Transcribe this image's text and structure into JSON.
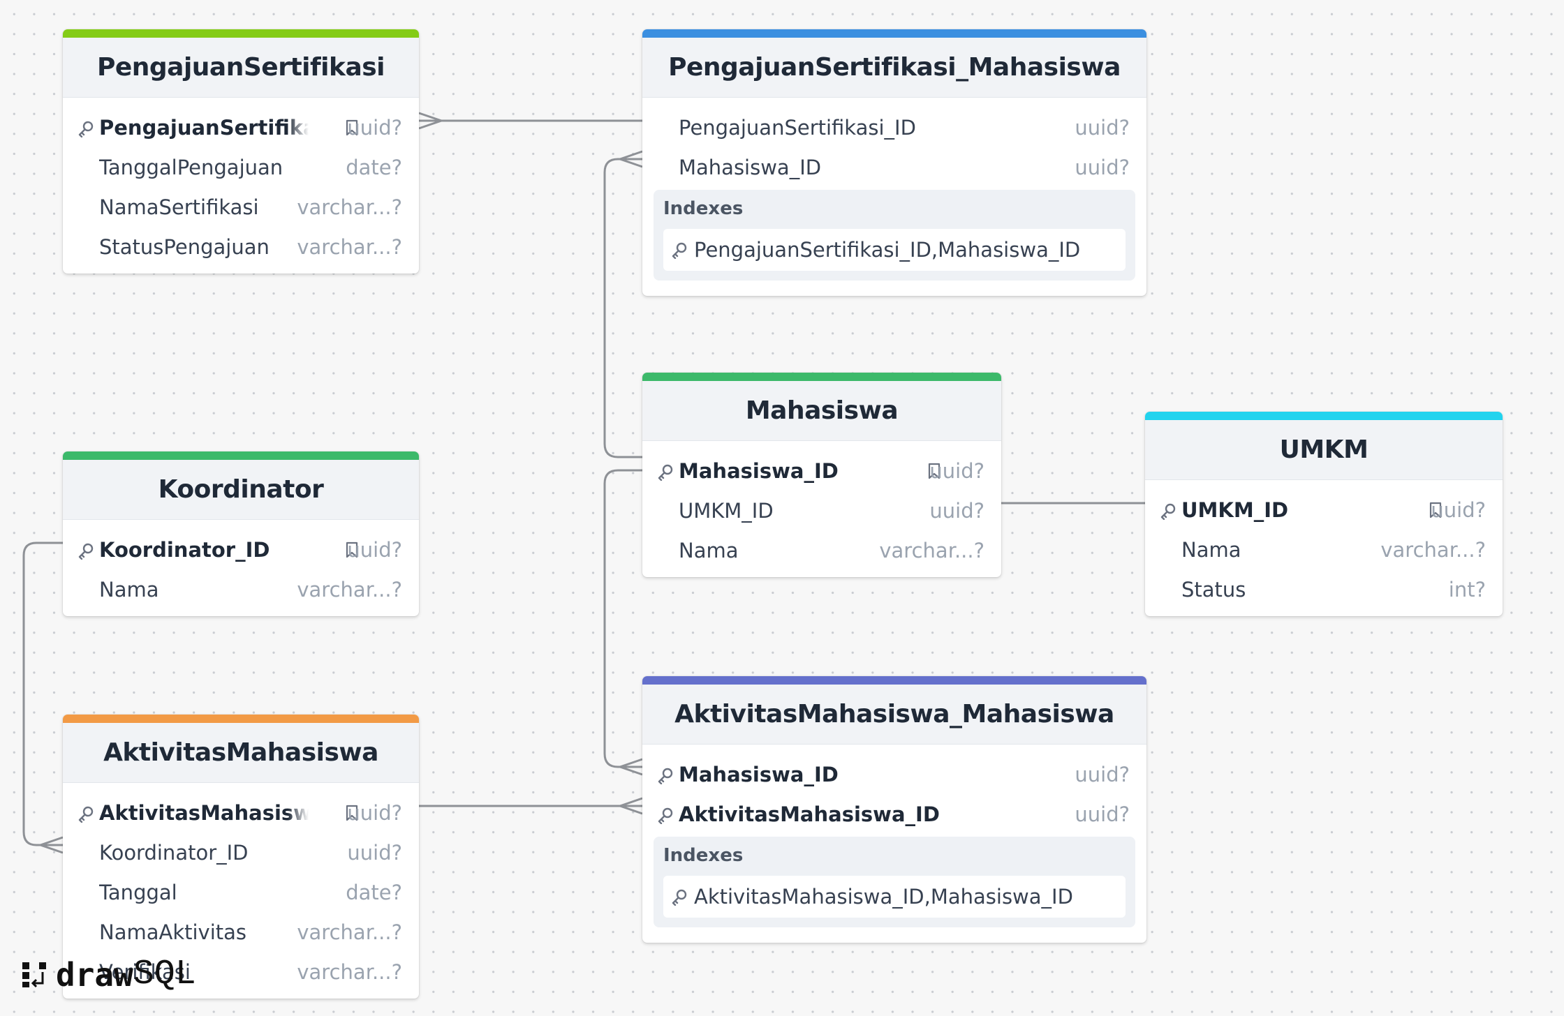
{
  "tables": [
    {
      "id": "pengajuan",
      "title": "PengajuanSertifikasi",
      "color": "#84cc16",
      "fields": [
        {
          "name": "PengajuanSertifikasi_ID",
          "type": "uuid?",
          "pk": true,
          "indexed": true
        },
        {
          "name": "TanggalPengajuan",
          "type": "date?"
        },
        {
          "name": "NamaSertifikasi",
          "type": "varchar...?"
        },
        {
          "name": "StatusPengajuan",
          "type": "varchar...?"
        }
      ]
    },
    {
      "id": "pengajuan_mhs",
      "title": "PengajuanSertifikasi_Mahasiswa",
      "color": "#3b8fe0",
      "fields": [
        {
          "name": "PengajuanSertifikasi_ID",
          "type": "uuid?"
        },
        {
          "name": "Mahasiswa_ID",
          "type": "uuid?"
        }
      ],
      "indexes_label": "Indexes",
      "indexes": [
        "PengajuanSertifikasi_ID,Mahasiswa_ID"
      ]
    },
    {
      "id": "mahasiswa",
      "title": "Mahasiswa",
      "color": "#3cb96a",
      "fields": [
        {
          "name": "Mahasiswa_ID",
          "type": "uuid?",
          "pk": true,
          "indexed": true
        },
        {
          "name": "UMKM_ID",
          "type": "uuid?"
        },
        {
          "name": "Nama",
          "type": "varchar...?"
        }
      ]
    },
    {
      "id": "umkm",
      "title": "UMKM",
      "color": "#22d3ee",
      "fields": [
        {
          "name": "UMKM_ID",
          "type": "uuid?",
          "pk": true,
          "indexed": true
        },
        {
          "name": "Nama",
          "type": "varchar...?"
        },
        {
          "name": "Status",
          "type": "int?"
        }
      ]
    },
    {
      "id": "koordinator",
      "title": "Koordinator",
      "color": "#3cb96a",
      "fields": [
        {
          "name": "Koordinator_ID",
          "type": "uuid?",
          "pk": true,
          "indexed": true
        },
        {
          "name": "Nama",
          "type": "varchar...?"
        }
      ]
    },
    {
      "id": "aktivitas",
      "title": "AktivitasMahasiswa",
      "color": "#f29a45",
      "fields": [
        {
          "name": "AktivitasMahasiswa_ID",
          "type": "uuid?",
          "pk": true,
          "indexed": true
        },
        {
          "name": "Koordinator_ID",
          "type": "uuid?"
        },
        {
          "name": "Tanggal",
          "type": "date?"
        },
        {
          "name": "NamaAktivitas",
          "type": "varchar...?"
        },
        {
          "name": "Verifikasi",
          "type": "varchar...?"
        }
      ]
    },
    {
      "id": "aktivitas_mhs",
      "title": "AktivitasMahasiswa_Mahasiswa",
      "color": "#6470cc",
      "fields": [
        {
          "name": "Mahasiswa_ID",
          "type": "uuid?",
          "pk": true
        },
        {
          "name": "AktivitasMahasiswa_ID",
          "type": "uuid?",
          "pk": true
        }
      ],
      "indexes_label": "Indexes",
      "indexes": [
        "AktivitasMahasiswa_ID,Mahasiswa_ID"
      ]
    }
  ],
  "logo": {
    "draw": "draw",
    "sql": "SQL"
  }
}
